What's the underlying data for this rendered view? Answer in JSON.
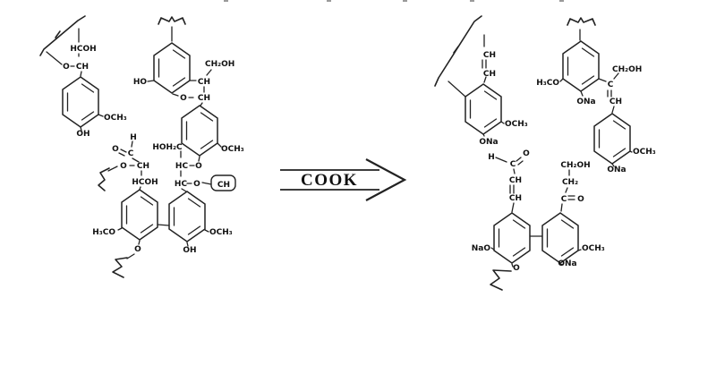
{
  "arrow": {
    "label": "COOK"
  },
  "left_structure": {
    "unit_a": {
      "hcoh": "HCOH",
      "o": "O",
      "ch": "CH",
      "och3": "OCH₃",
      "oh": "OH"
    },
    "unit_b": {
      "ho": "HO",
      "ch2oh": "CH₂OH",
      "ch_b": "CH",
      "o": "O",
      "ch_a": "CH",
      "och3": "OCH₃"
    },
    "unit_c": {
      "h": "H",
      "o_carbonyl": "O",
      "c": "C",
      "o_ether": "O",
      "ch": "CH",
      "hcoh": "HCOH"
    },
    "unit_d": {
      "hoh2c": "HOH₂C",
      "hc_1": "HC",
      "o_1": "O",
      "hc_2": "HC",
      "o_2": "O",
      "ch_boxed": "CH"
    },
    "unit_e": {
      "h3co": "H₃CO",
      "o": "O",
      "oh": "OH",
      "och3": "OCH₃"
    }
  },
  "right_structure": {
    "unit_f": {
      "ch_1": "CH",
      "ch_2": "CH",
      "och3": "OCH₃",
      "ona": "ONa"
    },
    "unit_g": {
      "h3co": "H₃CO",
      "ona_upper": "ONa",
      "c": "C",
      "ch2oh": "CH₂OH",
      "ch": "CH",
      "och3": "OCH₃",
      "ona_lower": "ONa"
    },
    "unit_h": {
      "h": "H",
      "c": "C",
      "o": "O",
      "ch_1": "CH",
      "ch_2": "CH"
    },
    "unit_i": {
      "ch2oh": "CH₂OH",
      "ch2": "CH₂",
      "c": "C",
      "o": "O"
    },
    "unit_j": {
      "nao": "NaO",
      "o": "O",
      "ona": "ONa",
      "och3": "OCH₃"
    }
  }
}
